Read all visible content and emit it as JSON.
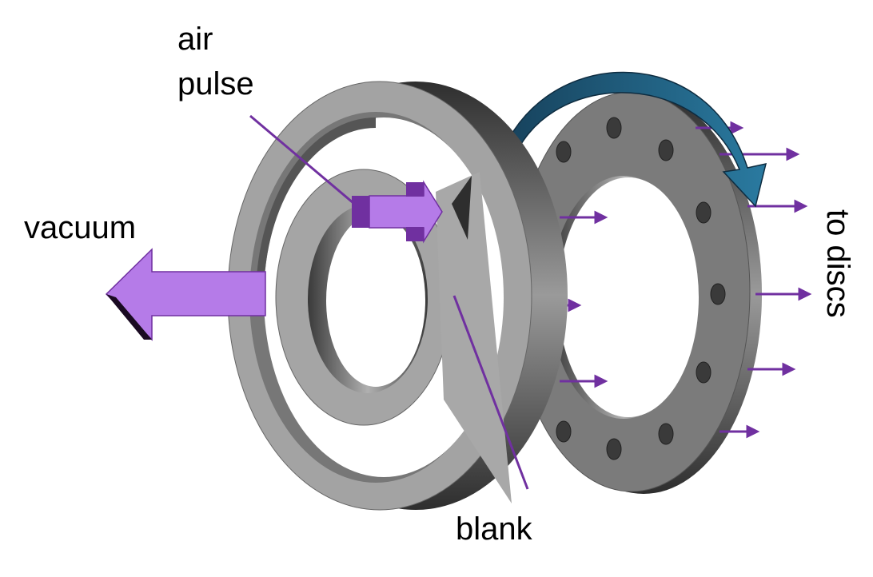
{
  "labels": {
    "air": "air",
    "pulse": "pulse",
    "vacuum": "vacuum",
    "blank": "blank",
    "to_discs": "to discs"
  },
  "colors": {
    "arrow_purple": "#b57be8",
    "line_purple": "#7030a0",
    "rotation_arrow_blue": "#1f5f7f",
    "metal_grey": "#a6a6a6",
    "metal_dark": "#555555"
  }
}
